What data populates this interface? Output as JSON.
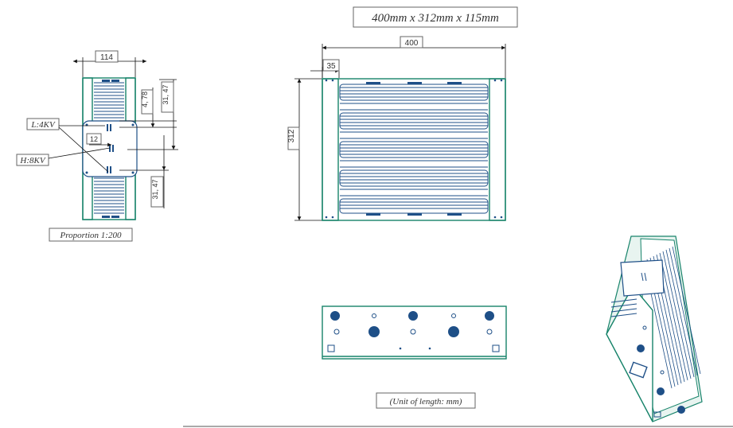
{
  "title_box": "400mm  x  312mm  x 115mm",
  "front_view": {
    "width_dim": "400",
    "offset_dim": "35",
    "height_dim": "312"
  },
  "side_view": {
    "width_dim": "114",
    "dim_4_78": "4, 78",
    "dim_31_47_top": "31, 47",
    "dim_31_47_bottom": "31, 47",
    "dim_12": "12",
    "label_low": "L:4KV",
    "label_high": "H:8KV",
    "proportion": "Proportion   1:200"
  },
  "unit_note": "(Unit of length:  mm)",
  "colors": {
    "frame_green": "#17836a",
    "fin_blue": "#1e4f87"
  }
}
